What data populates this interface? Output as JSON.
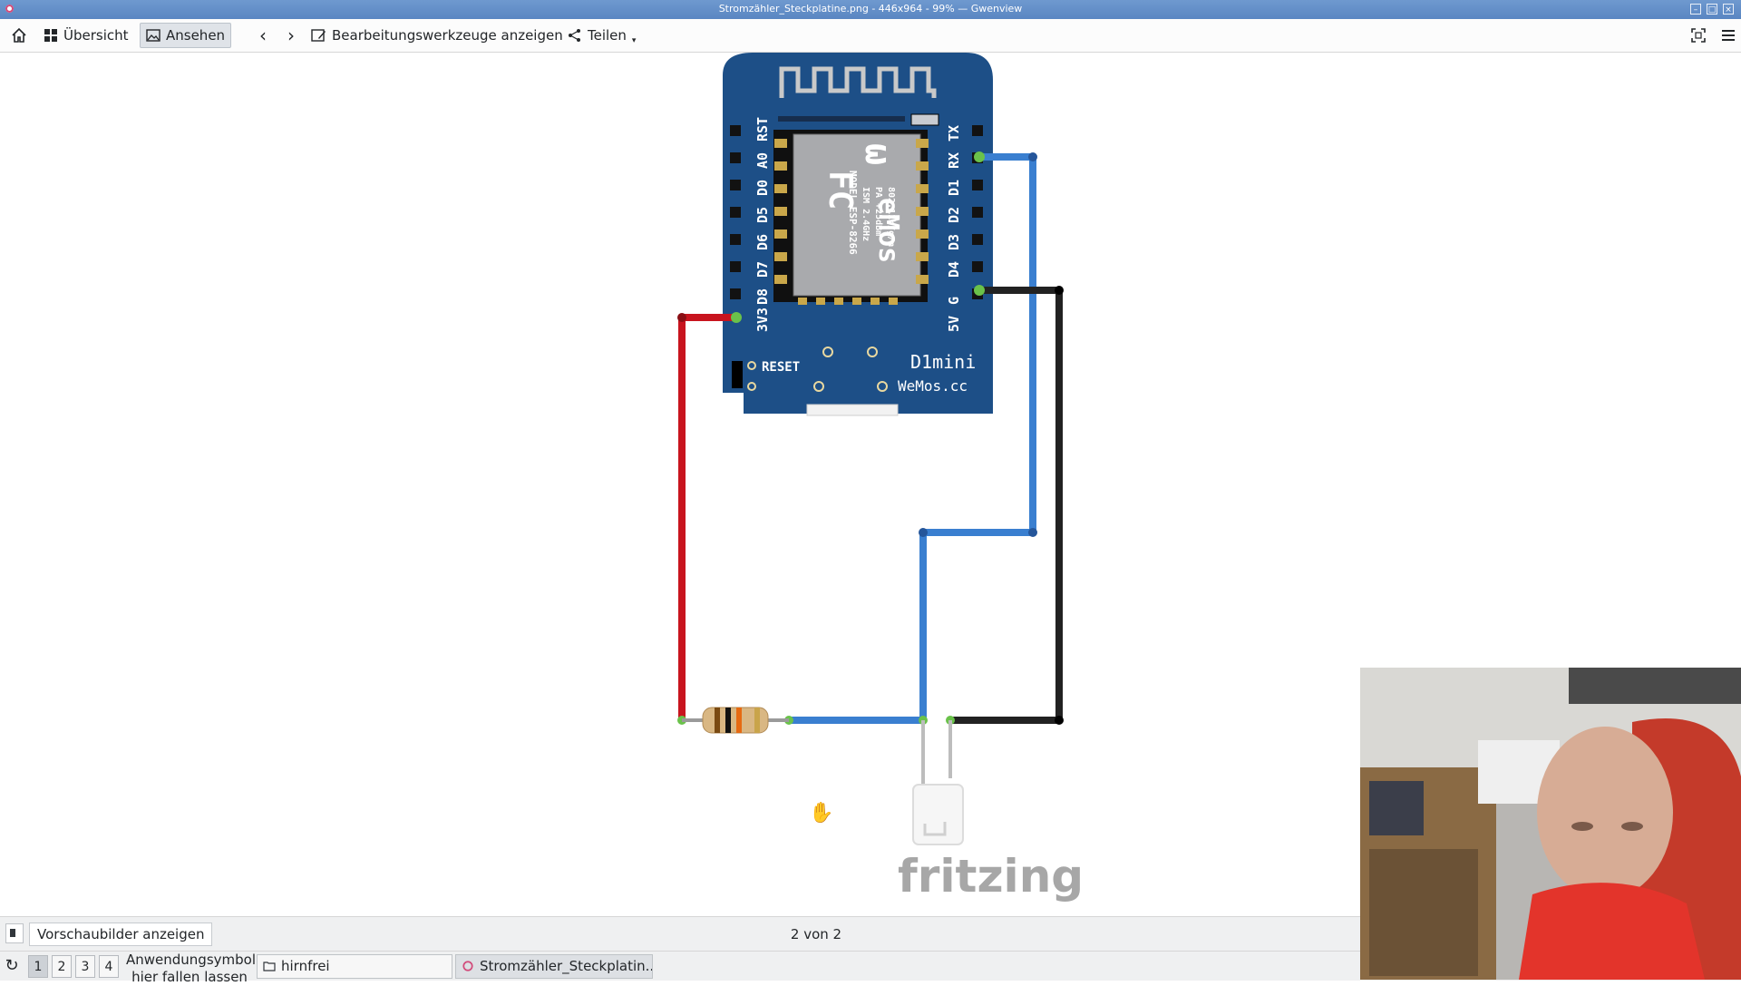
{
  "window": {
    "title": "Stromzähler_Steckplatine.png - 446x964 - 99% — Gwenview"
  },
  "toolbar": {
    "overview_label": "Übersicht",
    "view_label": "Ansehen",
    "edit_tools_label": "Bearbeitungswerkzeuge anzeigen",
    "share_label": "Teilen"
  },
  "image": {
    "board": {
      "pins_left": [
        "RST",
        "A0",
        "D0",
        "D5",
        "D6",
        "D7",
        "D8",
        "3V3"
      ],
      "pins_right": [
        "TX",
        "RX",
        "D1",
        "D2",
        "D3",
        "D4",
        "G",
        "5V"
      ],
      "module_model": "MODEL ESP-8266",
      "module_spec1": "ISM 2.4GHz",
      "module_spec2": "PA +25dBm",
      "module_spec3": "802.11b/g/n",
      "fc_mark": "FC",
      "reset_label": "RESET",
      "board_name": "D1mini",
      "board_url": "WeMos.cc"
    },
    "watermark": "fritzing",
    "colors": {
      "board": "#1d4f87",
      "wire_red": "#c8141e",
      "wire_blue": "#3a7fd0",
      "wire_black": "#222222"
    }
  },
  "statusbar": {
    "thumbnails_button": "Vorschaubilder anzeigen",
    "page_counter": "2 von 2"
  },
  "taskbar": {
    "desktops": [
      "1",
      "2",
      "3",
      "4"
    ],
    "tray_hint_line1": "Anwendungsymbol",
    "tray_hint_line2": "hier fallen lassen",
    "tasks": [
      "hirnfrei",
      "Stromzähler_Steckplatin..."
    ]
  }
}
